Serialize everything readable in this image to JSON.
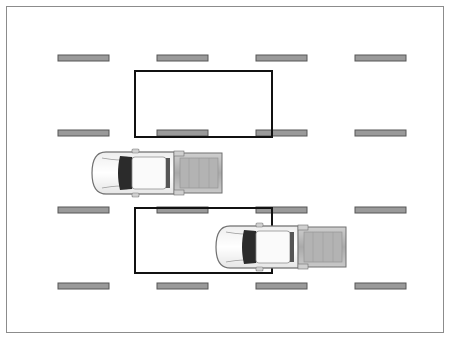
{
  "diagram": {
    "lane_rows": 4,
    "lane_cols": 4,
    "target_zones": 2,
    "vehicles": 2,
    "colors": {
      "frame_border": "#8c8c8c",
      "lane_marking_fill": "#9a9a9a",
      "lane_marking_stroke": "#555555",
      "zone_stroke": "#111111",
      "vehicle_body": "#ffffff",
      "vehicle_outline": "#6f6f6f",
      "windshield": "#2b2b2b",
      "cargo_bed": "#b8b8b8"
    },
    "icons": [
      "lane-marking",
      "parking-zone-outline",
      "pickup-truck-icon"
    ]
  }
}
